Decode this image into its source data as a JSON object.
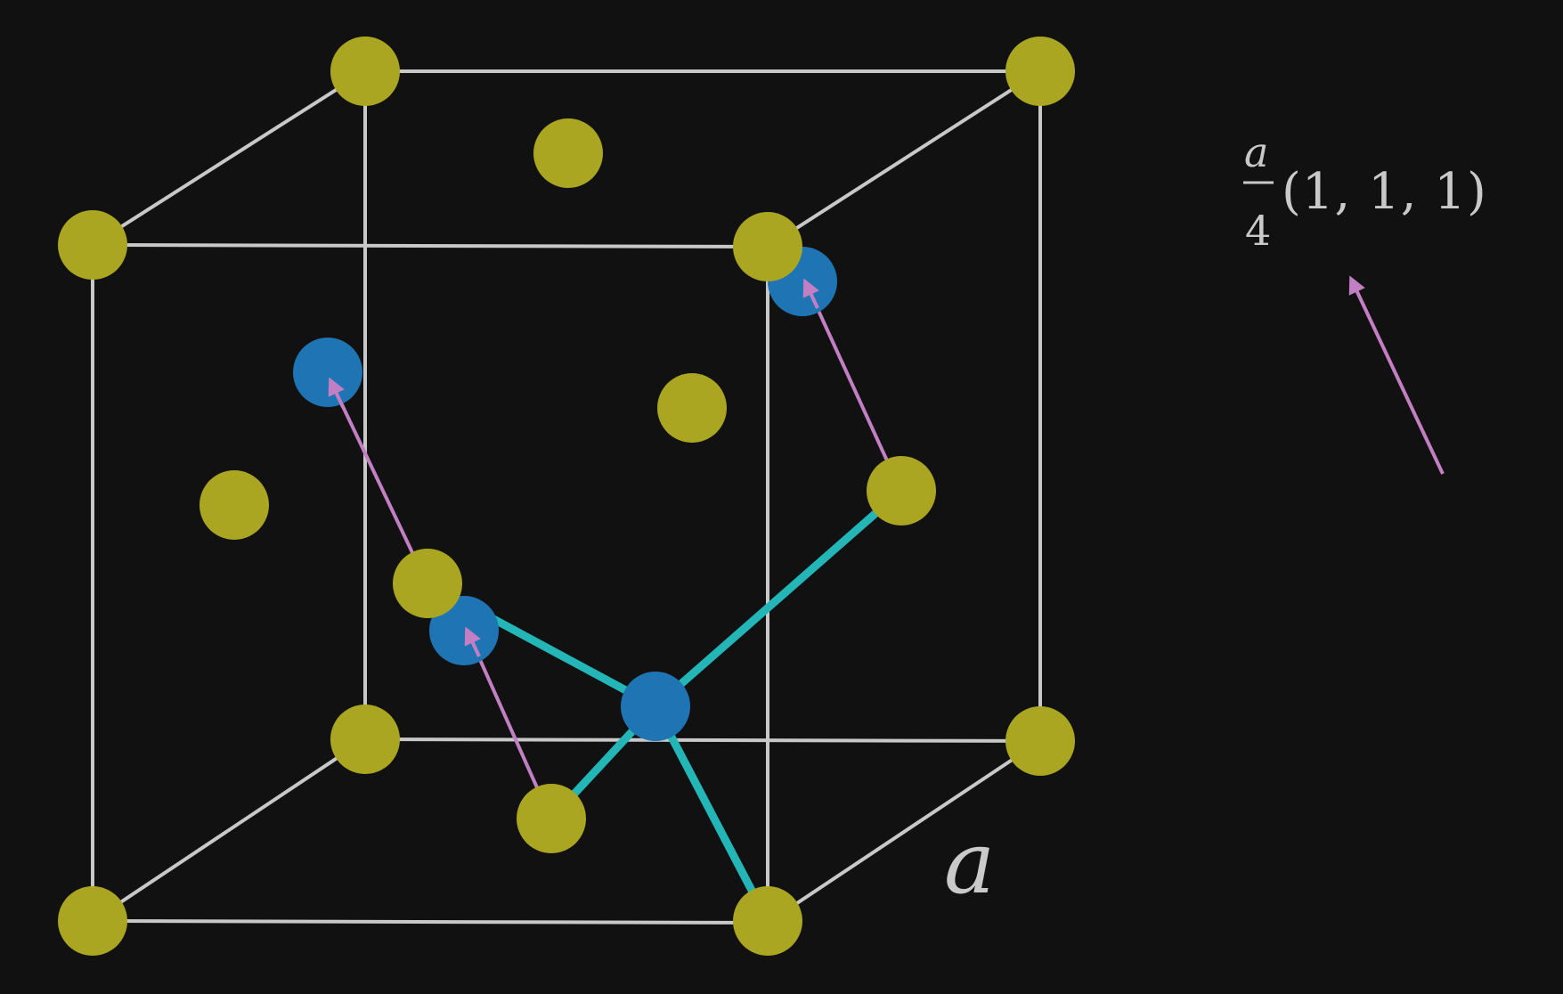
{
  "diagram": {
    "colors": {
      "background": "#111112",
      "cell_edge": "#c8c8c8",
      "fcc_atom": "#aaa622",
      "basis_atom": "#1f74b4",
      "bond": "#24b6b6",
      "translation_arrow": "#c37fc3",
      "label": "#c9c9c9"
    },
    "labels": {
      "lattice_constant": "a",
      "vector_numerator": "a",
      "vector_denominator": "4",
      "vector_components": "(1, 1, 1)"
    },
    "icons": {
      "fcc_atom": "yellow-sphere",
      "basis_atom": "blue-sphere",
      "translation_vector": "arrow"
    }
  }
}
